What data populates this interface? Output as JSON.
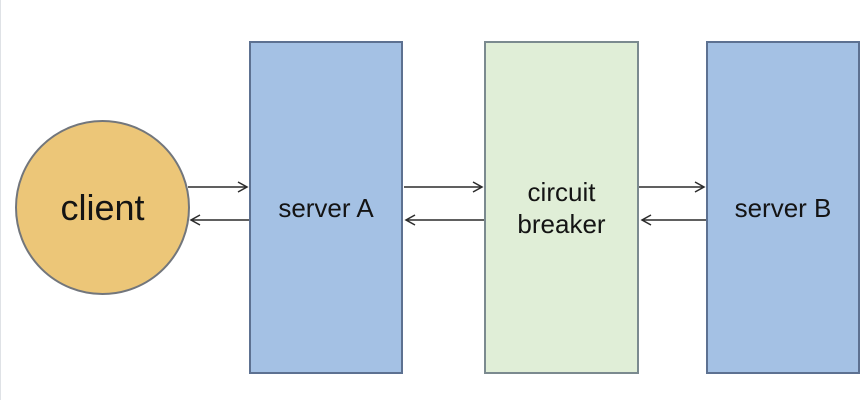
{
  "diagram": {
    "title": "client - server A - circuit breaker - server B flow",
    "type": "flow-diagram",
    "background": "#ffffff",
    "text_color": "#141414",
    "arrow_color": "#2b2b2b",
    "nodes": [
      {
        "id": "client",
        "label": "client",
        "shape": "circle",
        "fill": "#ecc678",
        "border": "#72767c"
      },
      {
        "id": "server-a",
        "label": "server A",
        "shape": "rectangle",
        "fill": "#a4c1e4",
        "border": "#5d7191"
      },
      {
        "id": "circuit-breaker",
        "label": "circuit breaker",
        "shape": "rectangle",
        "fill": "#e0eed7",
        "border": "#7b8a8f"
      },
      {
        "id": "server-b",
        "label": "server B",
        "shape": "rectangle",
        "fill": "#a4c1e4",
        "border": "#5d7191"
      }
    ],
    "edges": [
      {
        "from": "client",
        "to": "server-a",
        "direction": "right"
      },
      {
        "from": "server-a",
        "to": "client",
        "direction": "left"
      },
      {
        "from": "server-a",
        "to": "circuit-breaker",
        "direction": "right"
      },
      {
        "from": "circuit-breaker",
        "to": "server-a",
        "direction": "left"
      },
      {
        "from": "circuit-breaker",
        "to": "server-b",
        "direction": "right"
      },
      {
        "from": "server-b",
        "to": "circuit-breaker",
        "direction": "left"
      }
    ]
  }
}
